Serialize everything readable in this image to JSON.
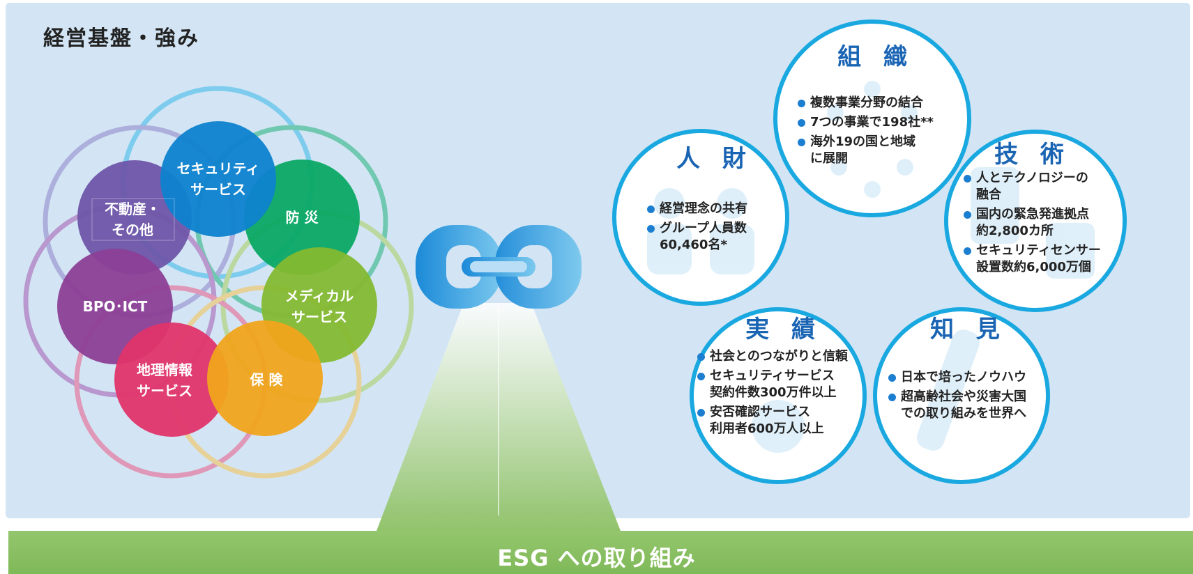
{
  "title": "経営基盤・強み",
  "segments": [
    {
      "key": "security",
      "lines": [
        "セキュリティ",
        "サービス"
      ],
      "color": "#0e82cf"
    },
    {
      "key": "realestate",
      "lines": [
        "不動産・",
        "その他"
      ],
      "color": "#6e55a8"
    },
    {
      "key": "disaster",
      "lines": [
        "防 災"
      ],
      "color": "#0aa864"
    },
    {
      "key": "bpo",
      "lines": [
        "BPO･ICT"
      ],
      "color": "#8c3f96"
    },
    {
      "key": "medical",
      "lines": [
        "メディカル",
        "サービス"
      ],
      "color": "#84b932"
    },
    {
      "key": "geo",
      "lines": [
        "地理情報",
        "サービス"
      ],
      "color": "#e0356b"
    },
    {
      "key": "insurance",
      "lines": [
        "保 険"
      ],
      "color": "#f0a41c"
    }
  ],
  "strengths": [
    {
      "key": "organization",
      "title": "組 織",
      "bullets": [
        "複数事業分野の結合",
        "7つの事業で198社**",
        "海外19の国と地域\nに展開"
      ]
    },
    {
      "key": "people",
      "title": "人 財",
      "bullets": [
        "経営理念の共有",
        "グループ人員数\n60,460名*"
      ]
    },
    {
      "key": "technology",
      "title": "技 術",
      "bullets": [
        "人とテクノロジーの\n融合",
        "国内の緊急発進拠点\n約2,800カ所",
        "セキュリティセンサー\n設置数約6,000万個"
      ]
    },
    {
      "key": "track_record",
      "title": "実 績",
      "bullets": [
        "社会とのつながりと信頼",
        "セキュリティサービス\n契約件数300万件以上",
        "安否確認サービス\n利用者600万人以上"
      ]
    },
    {
      "key": "knowledge",
      "title": "知 見",
      "bullets": [
        "日本で培ったノウハウ",
        "超高齢社会や災害大国\nでの取り組みを世界へ"
      ]
    }
  ],
  "bottom_label": "ESG への取り組み",
  "colors": {
    "panel": "#d3e5f4",
    "accent_blue": "#1a64b4",
    "ring_blue": "#1aa8e0",
    "esg_green": "#8cc063"
  }
}
